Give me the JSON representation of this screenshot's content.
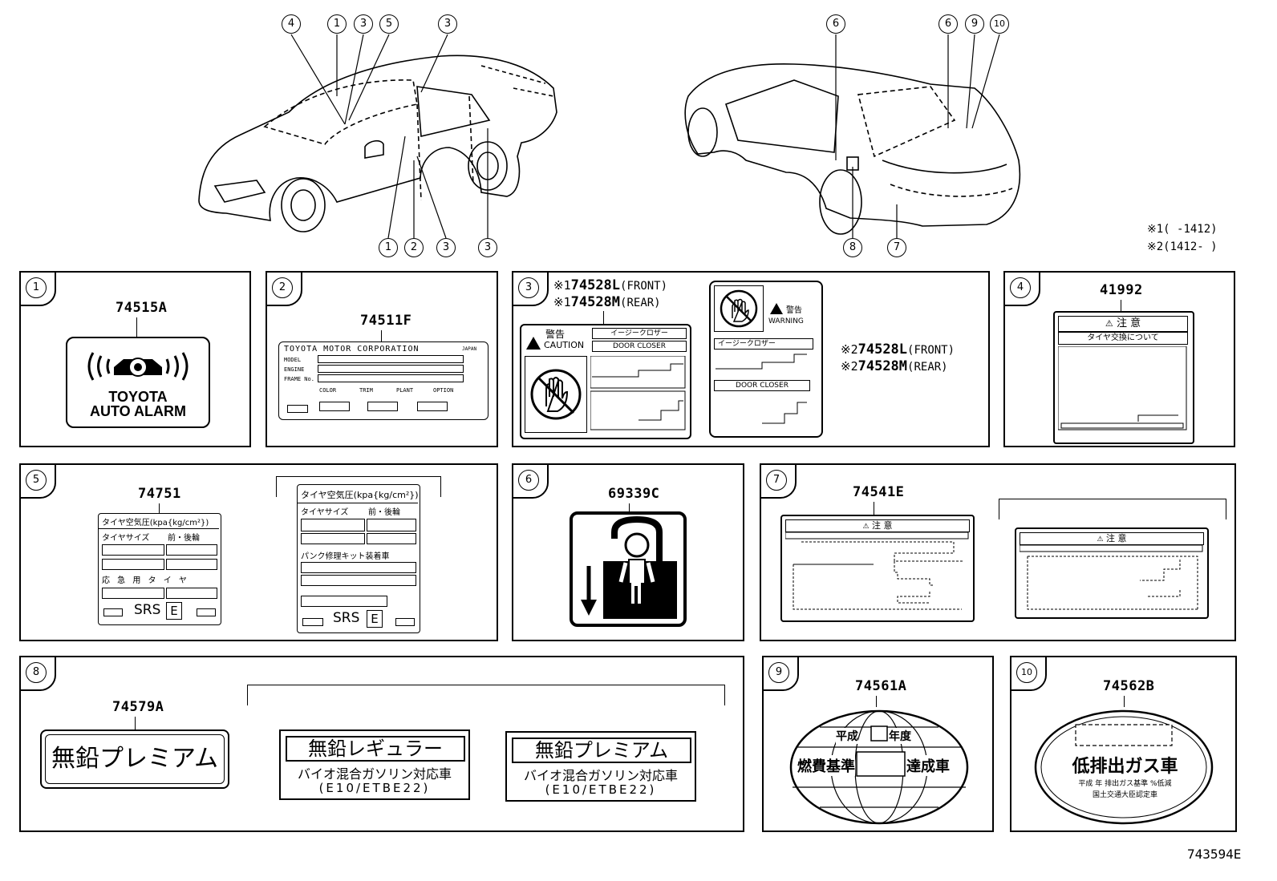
{
  "figure_code": "743594E",
  "notes": {
    "n1": "※1(    -1412)",
    "n2": "※2(1412-    )"
  },
  "callouts_front": [
    "4",
    "1",
    "3",
    "5",
    "3"
  ],
  "callouts_front_bottom": [
    "1",
    "2",
    "3",
    "3"
  ],
  "callouts_rear": [
    "6",
    "6",
    "9",
    "10"
  ],
  "callouts_rear_bottom": [
    "8",
    "7"
  ],
  "panels": {
    "p1": {
      "num": "1",
      "part": "74515A",
      "label_l1": "TOYOTA",
      "label_l2": "AUTO ALARM"
    },
    "p2": {
      "num": "2",
      "part": "74511F",
      "header": "TOYOTA MOTOR CORPORATION",
      "country": "JAPAN",
      "model": "MODEL",
      "engine": "ENGINE",
      "frame": "FRAME No.",
      "color": "COLOR",
      "trim": "TRIM",
      "plant": "PLANT",
      "option": "OPTION"
    },
    "p3": {
      "num": "3",
      "l1_mark": "※1",
      "l1_part": "74528L",
      "l1_pos": "(FRONT)",
      "l2_mark": "※1",
      "l2_part": "74528M",
      "l2_pos": "(REAR)",
      "r1_mark": "※2",
      "r1_part": "74528L",
      "r1_pos": "(FRONT)",
      "r2_mark": "※2",
      "r2_part": "74528M",
      "r2_pos": "(REAR)",
      "warn_jp": "警告",
      "caution": "CAUTION",
      "easy": "イージークロザー",
      "door": "DOOR CLOSER",
      "warn_jp2": "警告",
      "warning": "WARNING",
      "easy2": "イージークロザー",
      "door2": "DOOR CLOSER"
    },
    "p4": {
      "num": "4",
      "part": "41992",
      "title": "注 意",
      "sub": "タイヤ交換について"
    },
    "p5": {
      "num": "5",
      "part": "74751",
      "a_title": "タイヤ空気圧(kpa{kg/cm²})",
      "a_size": "タイヤサイズ",
      "a_fr": "前・後輪",
      "a_spare": "応 急 用 タ イ ヤ",
      "a_srs": "SRS",
      "a_e": "E",
      "b_title": "タイヤ空気圧(kpa{kg/cm²})",
      "b_size": "タイヤサイズ",
      "b_fr": "前・後輪",
      "b_kit": "パンク修理キット装着車",
      "b_srs": "SRS",
      "b_e": "E"
    },
    "p6": {
      "num": "6",
      "part": "69339C"
    },
    "p7": {
      "num": "7",
      "part": "74541E",
      "a_title": "注 意",
      "b_title": "注 意"
    },
    "p8": {
      "num": "8",
      "part": "74579A",
      "a_text": "無鉛プレミアム",
      "b_title": "無鉛レギュラー",
      "b_l2": "バイオ混合ガソリン対応車",
      "b_l3": "(E10/ETBE22)",
      "c_title": "無鉛プレミアム",
      "c_l2": "バイオ混合ガソリン対応車",
      "c_l3": "(E10/ETBE22)"
    },
    "p9": {
      "num": "9",
      "part": "74561A",
      "l1a": "平成",
      "l1b": "年度",
      "l2a": "燃費基準",
      "l2b": "達成車"
    },
    "p10": {
      "num": "10",
      "part": "74562B",
      "main": "低排出ガス車",
      "l3": "平成 年 排出ガス基準 %低減",
      "l4": "国土交通大臣認定車"
    }
  }
}
